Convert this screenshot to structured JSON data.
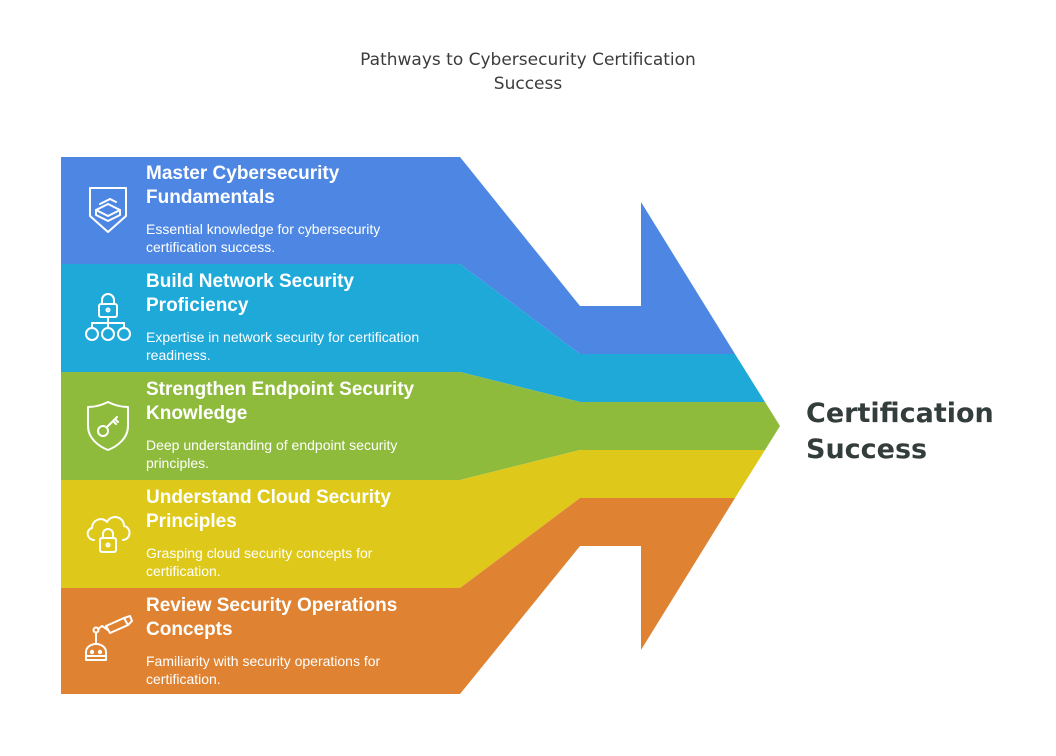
{
  "title": {
    "line1": "Pathways to Cybersecurity Certification",
    "line2": "Success"
  },
  "outcome": {
    "line1": "Certification",
    "line2": "Success"
  },
  "colors": {
    "band1": "#4d87e3",
    "band2": "#1fa9d9",
    "band3": "#8fbb3d",
    "band4": "#dec91b",
    "band5": "#df8231"
  },
  "bands": [
    {
      "title1": "Master Cybersecurity",
      "title2": "Fundamentals",
      "desc1": "Essential knowledge for cybersecurity",
      "desc2": "certification success.",
      "icon": "shield-book-icon"
    },
    {
      "title1": "Build Network Security",
      "title2": "Proficiency",
      "desc1": "Expertise in network security for certification",
      "desc2": "readiness.",
      "icon": "network-lock-icon"
    },
    {
      "title1": "Strengthen Endpoint Security",
      "title2": "Knowledge",
      "desc1": "Deep understanding of endpoint security",
      "desc2": "principles.",
      "icon": "shield-key-icon"
    },
    {
      "title1": "Understand Cloud Security",
      "title2": "Principles",
      "desc1": "Grasping cloud security concepts for",
      "desc2": "certification.",
      "icon": "cloud-lock-icon"
    },
    {
      "title1": "Review Security Operations",
      "title2": "Concepts",
      "desc1": "Familiarity with security operations for",
      "desc2": "certification.",
      "icon": "security-camera-icon"
    }
  ]
}
